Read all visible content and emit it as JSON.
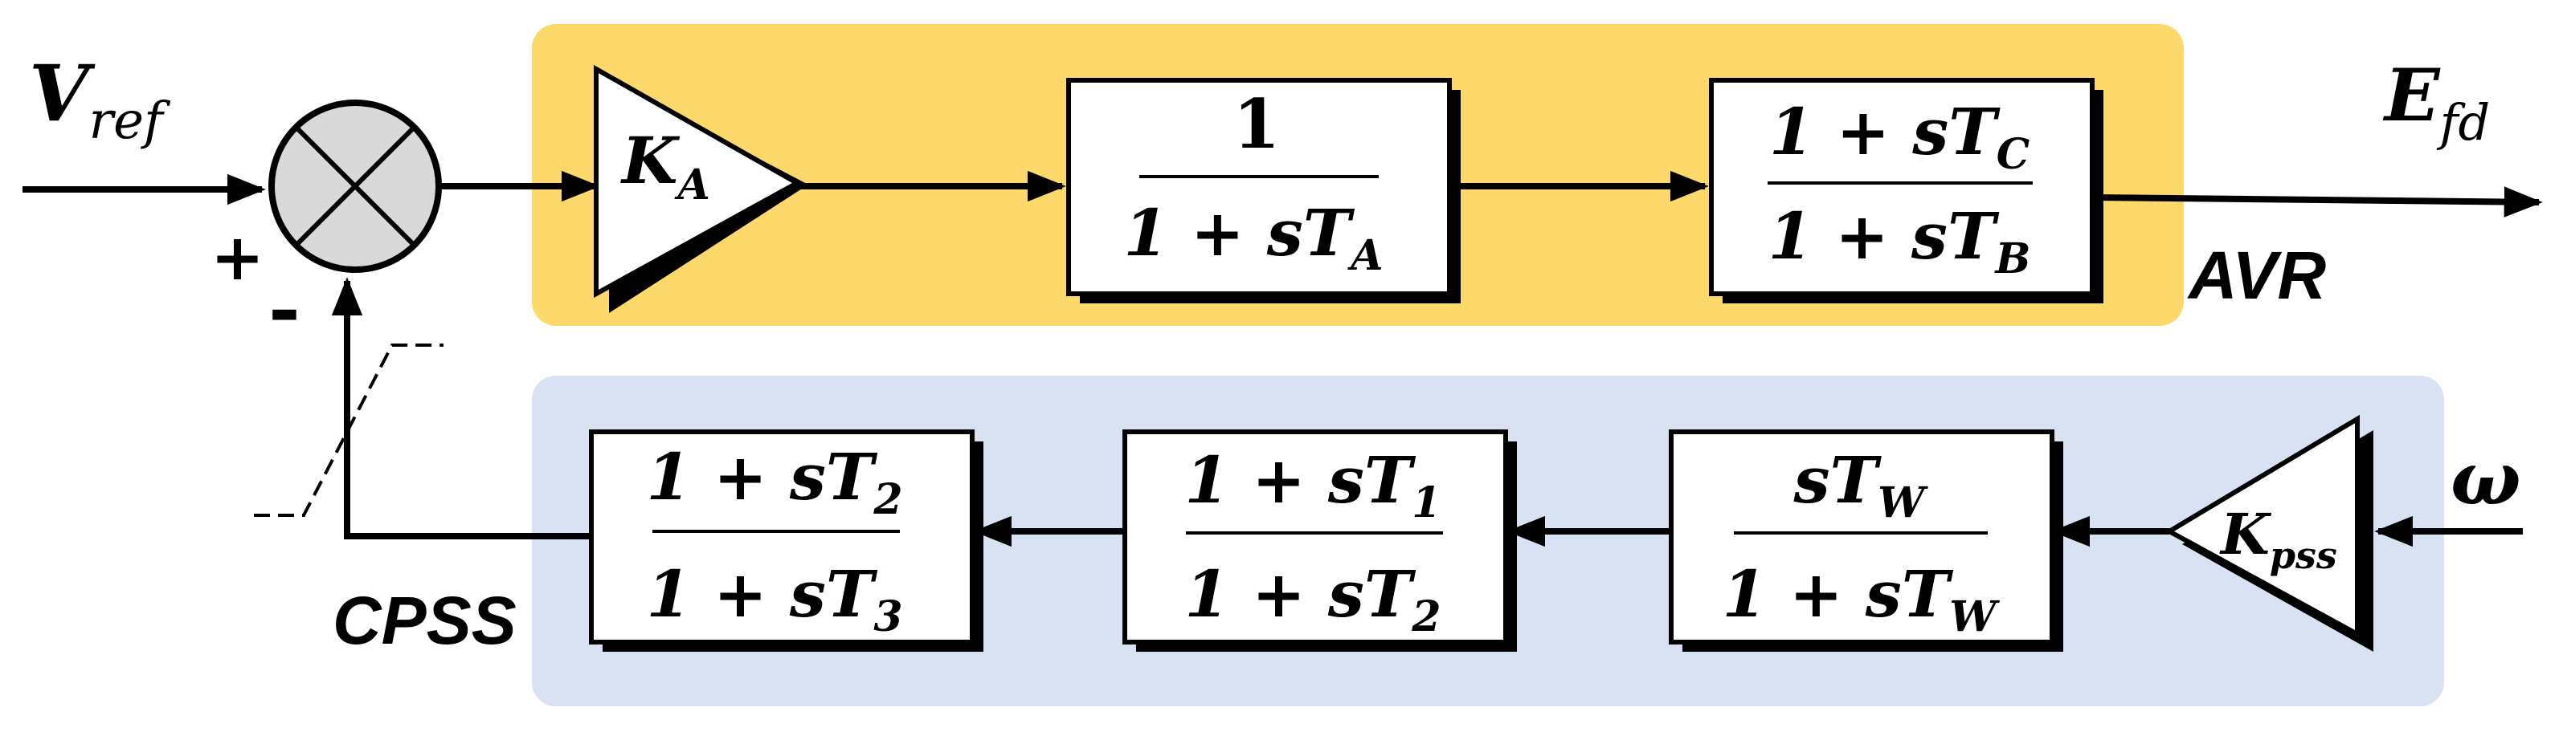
{
  "colors": {
    "avr_panel": "#fdd96b",
    "cpss_panel": "#d9e2f3",
    "summer_fill": "#d9d9d9",
    "wire": "#000000"
  },
  "labels": {
    "input_vref": "V",
    "input_vref_sub": "ref",
    "output_efd": "E",
    "output_efd_sub": "fd",
    "input_omega": "ω",
    "plus_sign": "+",
    "minus_sign": "-",
    "avr_label": "AVR",
    "cpss_label": "CPSS"
  },
  "avr": {
    "gain": {
      "symbol": "K",
      "sub": "A"
    },
    "lag": {
      "num": "1",
      "den_prefix": "1 + sT",
      "den_sub": "A"
    },
    "leadlag": {
      "num_prefix": "1 + sT",
      "num_sub": "C",
      "den_prefix": "1 + sT",
      "den_sub": "B"
    }
  },
  "cpss": {
    "gain": {
      "symbol": "K",
      "sub": "pss"
    },
    "washout": {
      "num_prefix": "sT",
      "num_sub": "W",
      "den_prefix": "1 + sT",
      "den_sub": "W"
    },
    "leadlag1": {
      "num_prefix": "1 + sT",
      "num_sub": "1",
      "den_prefix": "1 + sT",
      "den_sub": "2"
    },
    "leadlag2": {
      "num_prefix": "1 + sT",
      "num_sub": "2",
      "den_prefix": "1 + sT",
      "den_sub": "3"
    }
  }
}
